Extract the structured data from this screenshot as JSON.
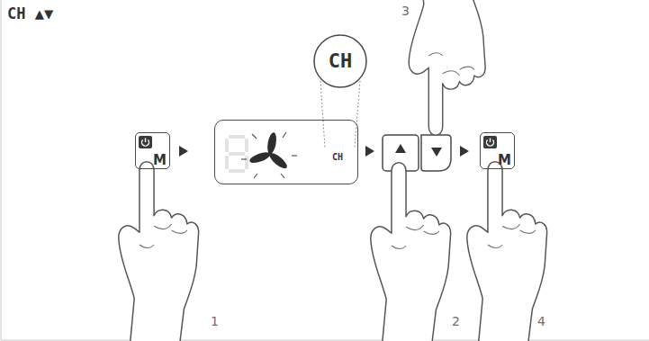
{
  "diagram": {
    "title": "CH ▲▼",
    "nodes": [
      {
        "text": [
          "M"
        ]
      },
      {
        "text": [
          "CH"
        ]
      },
      {
        "text": [
          "CH"
        ]
      },
      {
        "text": [
          "M"
        ]
      }
    ],
    "labels": [
      "1",
      "2",
      "3",
      "4"
    ]
  }
}
